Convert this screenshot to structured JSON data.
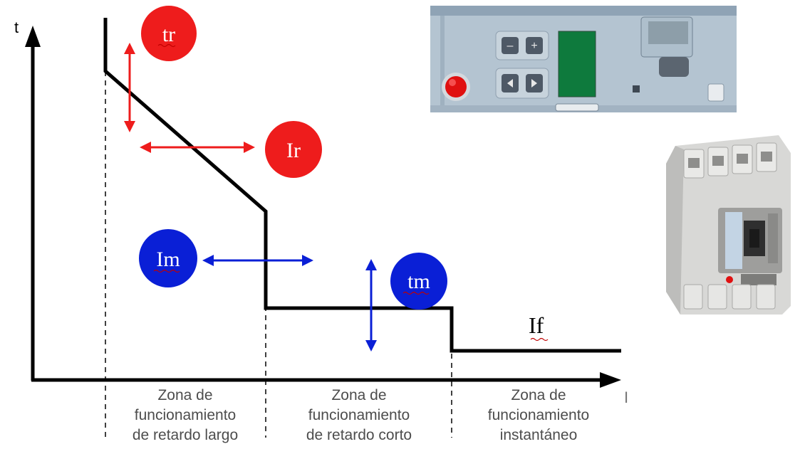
{
  "axes": {
    "y_label": "t",
    "x_label": "I"
  },
  "parameters": {
    "tr": {
      "label": "tr",
      "color": "#ee1c1c"
    },
    "Ir": {
      "label": "Ir",
      "color": "#ee1c1c"
    },
    "Im": {
      "label": "Im",
      "color": "#0a1fd6"
    },
    "tm": {
      "label": "tm",
      "color": "#0a1fd6"
    }
  },
  "curve_label": "If",
  "zones": [
    {
      "lines": [
        "Zona de",
        "funcionamiento",
        "de retardo largo"
      ]
    },
    {
      "lines": [
        "Zona de",
        "funcionamiento",
        "de retardo corto"
      ]
    },
    {
      "lines": [
        "Zona de",
        "funcionamiento",
        "instantáneo"
      ]
    }
  ],
  "images": {
    "trip_unit_panel": "electronic trip unit with adjustment buttons and display",
    "breaker": "four-pole moulded case circuit breaker"
  }
}
